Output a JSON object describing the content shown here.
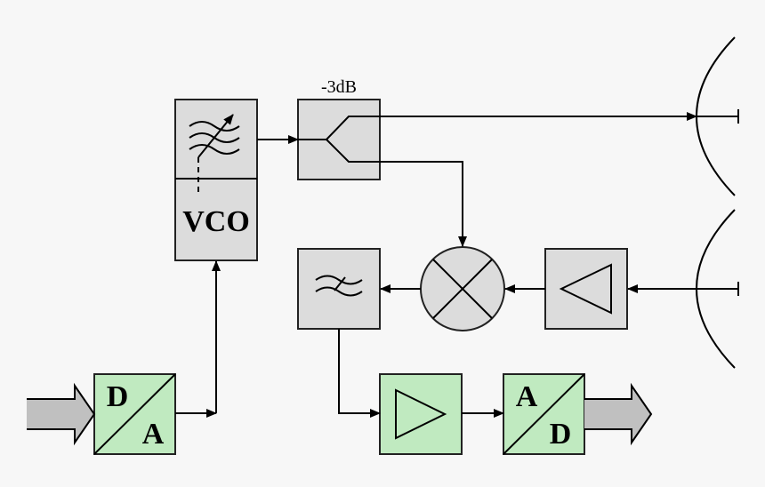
{
  "splitter": {
    "label": "-3dB"
  },
  "vco": {
    "label": "VCO"
  },
  "dac": {
    "top": "D",
    "bottom": "A"
  },
  "adc": {
    "top": "A",
    "bottom": "D"
  },
  "colors": {
    "block_gray": "#dcdcdc",
    "converter_green": "#c0eac0",
    "bus_arrow": "#c0c0c0",
    "background": "#f7f7f7"
  }
}
